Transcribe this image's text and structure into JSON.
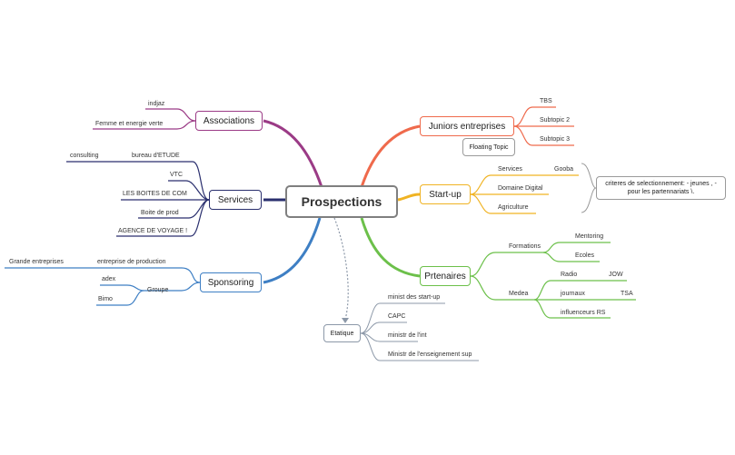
{
  "central": "Prospections",
  "colors": {
    "associations": "#9b3b86",
    "services": "#2a2f6e",
    "sponsoring": "#3e7fc4",
    "juniors": "#ef6a4c",
    "startup": "#f0b323",
    "partenaires": "#6cc04a",
    "etatique": "#8c98a8"
  },
  "associations": {
    "label": "Associations",
    "children": [
      "indjaz",
      "Femme et energie verte"
    ]
  },
  "services": {
    "label": "Services",
    "bureau": "bureau d'ETUDE",
    "consulting": "consulting",
    "children": [
      "VTC",
      "LES BOITES DE COM",
      "Boite de prod",
      "AGENCE DE VOYAGE !"
    ]
  },
  "sponsoring": {
    "label": "Sponsoring",
    "production": "entreprise de production",
    "grandes": "Grande entreprises",
    "groupe": "Groupe",
    "groupe_children": [
      "adex",
      "Bimo"
    ]
  },
  "juniors": {
    "label": "Juniors entreprises",
    "children": [
      "TBS",
      "Subtopic 2",
      "Subtopic 3"
    ],
    "floating": "Floating Topic"
  },
  "startup": {
    "label": "Start-up",
    "services": "Services",
    "gooba": "Gooba",
    "children": [
      "Domaine Digital",
      "Agriculture"
    ],
    "note_line1": "criteres de selectionnement: - jeunes , -",
    "note_line2": "pour les partennariats \\."
  },
  "partenaires": {
    "label": "Prtenaires",
    "formations": "Formations",
    "formations_children": [
      "Mentoring",
      "Ecoles"
    ],
    "medea": "Medea",
    "radio": "Radio",
    "jow": "JOW",
    "journaux": "journaux",
    "tsa": "TSA",
    "influenceurs": "influenceurs RS"
  },
  "etatique": {
    "label": "Etatique",
    "children": [
      "minist des start-up",
      "CAPC",
      "ministr de l'int",
      "Ministr de l'enseignement sup"
    ]
  }
}
